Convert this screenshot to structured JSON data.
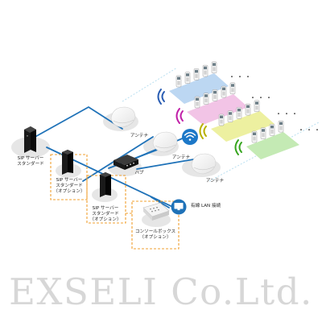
{
  "diagram": {
    "labels": {
      "sip_server_standard": "SIP サーバー\nスタンダード",
      "sip_server_option_1": "SIP サーバー\nスタンダード\n（オプション）",
      "sip_server_option_2": "SIP サーバー\nスタンダード\n（オプション）",
      "hub": "ハブ",
      "antenna_1": "アンテナ",
      "antenna_2": "アンテナ",
      "antenna_3": "アンテナ",
      "wired_lan": "有線 LAN 接続",
      "console_box": "コンソールボックス\n（オプション）",
      "ellipsis": "・・・"
    },
    "colors": {
      "network_line": "#1f72b8",
      "option_border": "#f0a030",
      "wireless_lan_icon": "#1c78c8",
      "zone_ellipse": "#e6e6e6",
      "zone_1": "#bcd7f2",
      "zone_2": "#f2c4e6",
      "zone_3": "#edf0a0",
      "zone_4": "#c4eab4",
      "signal_1": "#2a5db3",
      "signal_2": "#c01ea7",
      "signal_3": "#b8b000",
      "signal_4": "#37a51f"
    },
    "icons": [
      "server-icon",
      "hub-icon",
      "antenna-icon",
      "wifi-icon",
      "monitor-icon",
      "console-box-icon",
      "phone-icon",
      "signal-icon"
    ]
  },
  "watermark": "EXSELI Co.Ltd."
}
